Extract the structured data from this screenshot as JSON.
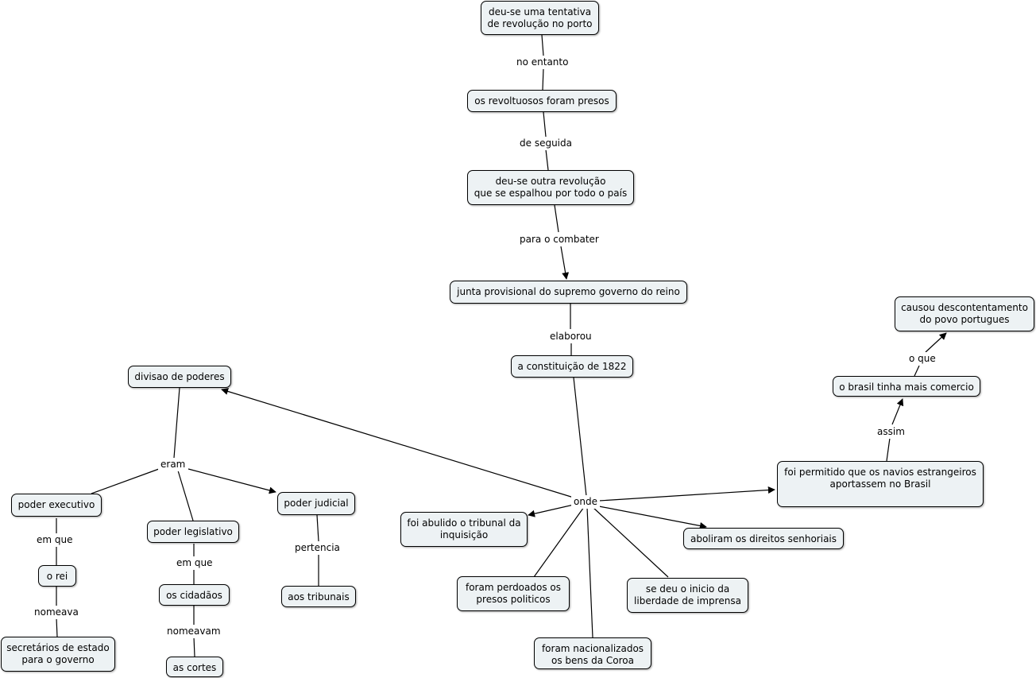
{
  "colors": {
    "node_fill": "#edf2f4",
    "border": "#000000",
    "background": "#ffffff"
  },
  "concepts": {
    "tentativa": "deu-se uma tentativa\nde revolução no porto",
    "presos": "os revoltuosos foram presos",
    "outra_revolucao": "deu-se outra revolução\nque se espalhou por todo o país",
    "junta": "junta provisional do supremo governo do reino",
    "constituicao": "a constituição de 1822",
    "divisao": "divisao de poderes",
    "executivo": "poder executivo",
    "legislativo": "poder legislativo",
    "judicial": "poder judicial",
    "rei": "o rei",
    "cidadaos": "os cidadãos",
    "tribunais": "aos tribunais",
    "secretarios": "secretários de estado\npara o governo",
    "cortes": "as cortes",
    "inquisicao": "foi abulido o tribunal da\ninquisição",
    "perdoados": "foram perdoados os\npresos politicos",
    "nacionalizados": "foram nacionalizados\nos bens da Coroa",
    "imprensa": "se deu o inicio da\nliberdade de imprensa",
    "senhoriais": "aboliram os direitos senhoriais",
    "navios": "foi permitido que os navios estrangeiros\naportassem no Brasil",
    "comercio": "o brasil tinha mais comercio",
    "descontentamento": "causou descontentamento\ndo povo portugues"
  },
  "links": {
    "no_entanto": "no entanto",
    "de_seguida": "de seguida",
    "para_o_combater": "para o combater",
    "elaborou": "elaborou",
    "onde": "onde",
    "eram": "eram",
    "em_que_1": "em que",
    "em_que_2": "em que",
    "pertencia": "pertencia",
    "nomeava": "nomeava",
    "nomeavam": "nomeavam",
    "assim": "assim",
    "o_que": "o que"
  }
}
